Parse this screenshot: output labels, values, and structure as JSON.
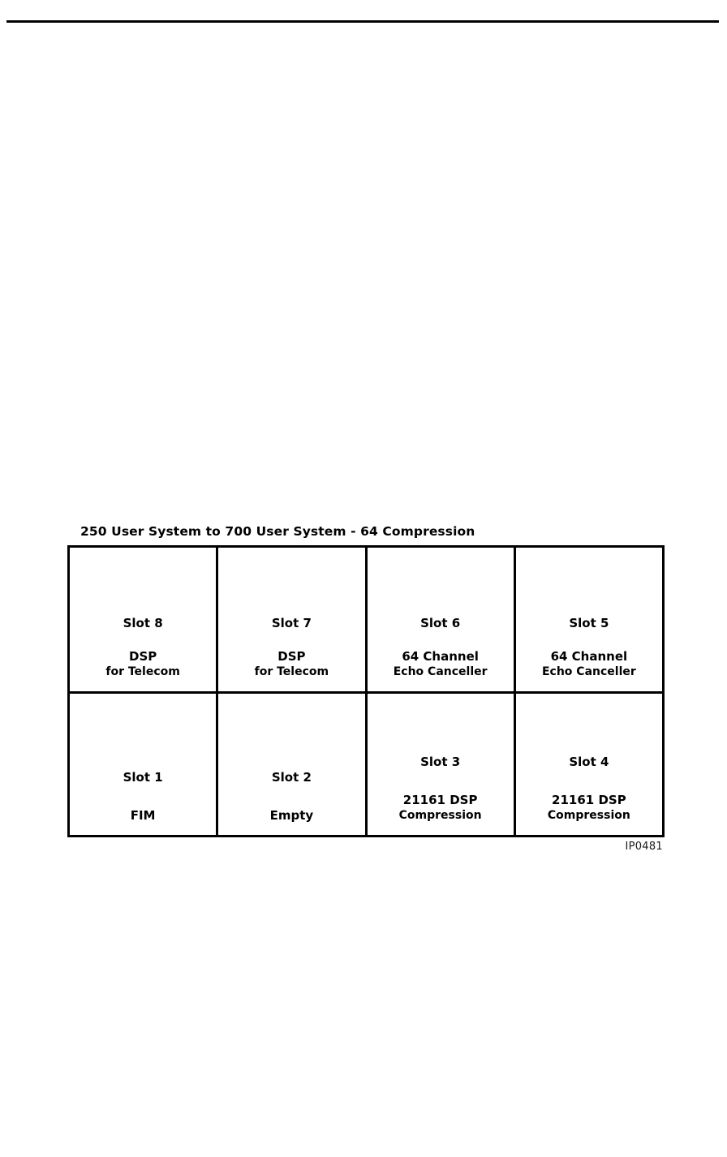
{
  "page": {
    "rule_present": true,
    "background_color": "#ffffff",
    "ink_color": "#000000"
  },
  "figure": {
    "title": "250 User System to 700 User System - 64 Compression",
    "reference_id": "IP0481",
    "rows": [
      {
        "row_name": "top-row",
        "cells": [
          {
            "slot": "Slot 8",
            "line1": "DSP",
            "line2": "for Telecom"
          },
          {
            "slot": "Slot 7",
            "line1": "DSP",
            "line2": "for Telecom"
          },
          {
            "slot": "Slot 6",
            "line1": "64 Channel",
            "line2": "Echo Canceller"
          },
          {
            "slot": "Slot 5",
            "line1": "64 Channel",
            "line2": "Echo Canceller"
          }
        ]
      },
      {
        "row_name": "bottom-row",
        "cells": [
          {
            "slot": "Slot 1",
            "line1": "FIM",
            "line2": ""
          },
          {
            "slot": "Slot 2",
            "line1": "Empty",
            "line2": ""
          },
          {
            "slot": "Slot 3",
            "line1": "21161 DSP",
            "line2": "Compression"
          },
          {
            "slot": "Slot 4",
            "line1": "21161 DSP",
            "line2": "Compression"
          }
        ]
      }
    ]
  }
}
